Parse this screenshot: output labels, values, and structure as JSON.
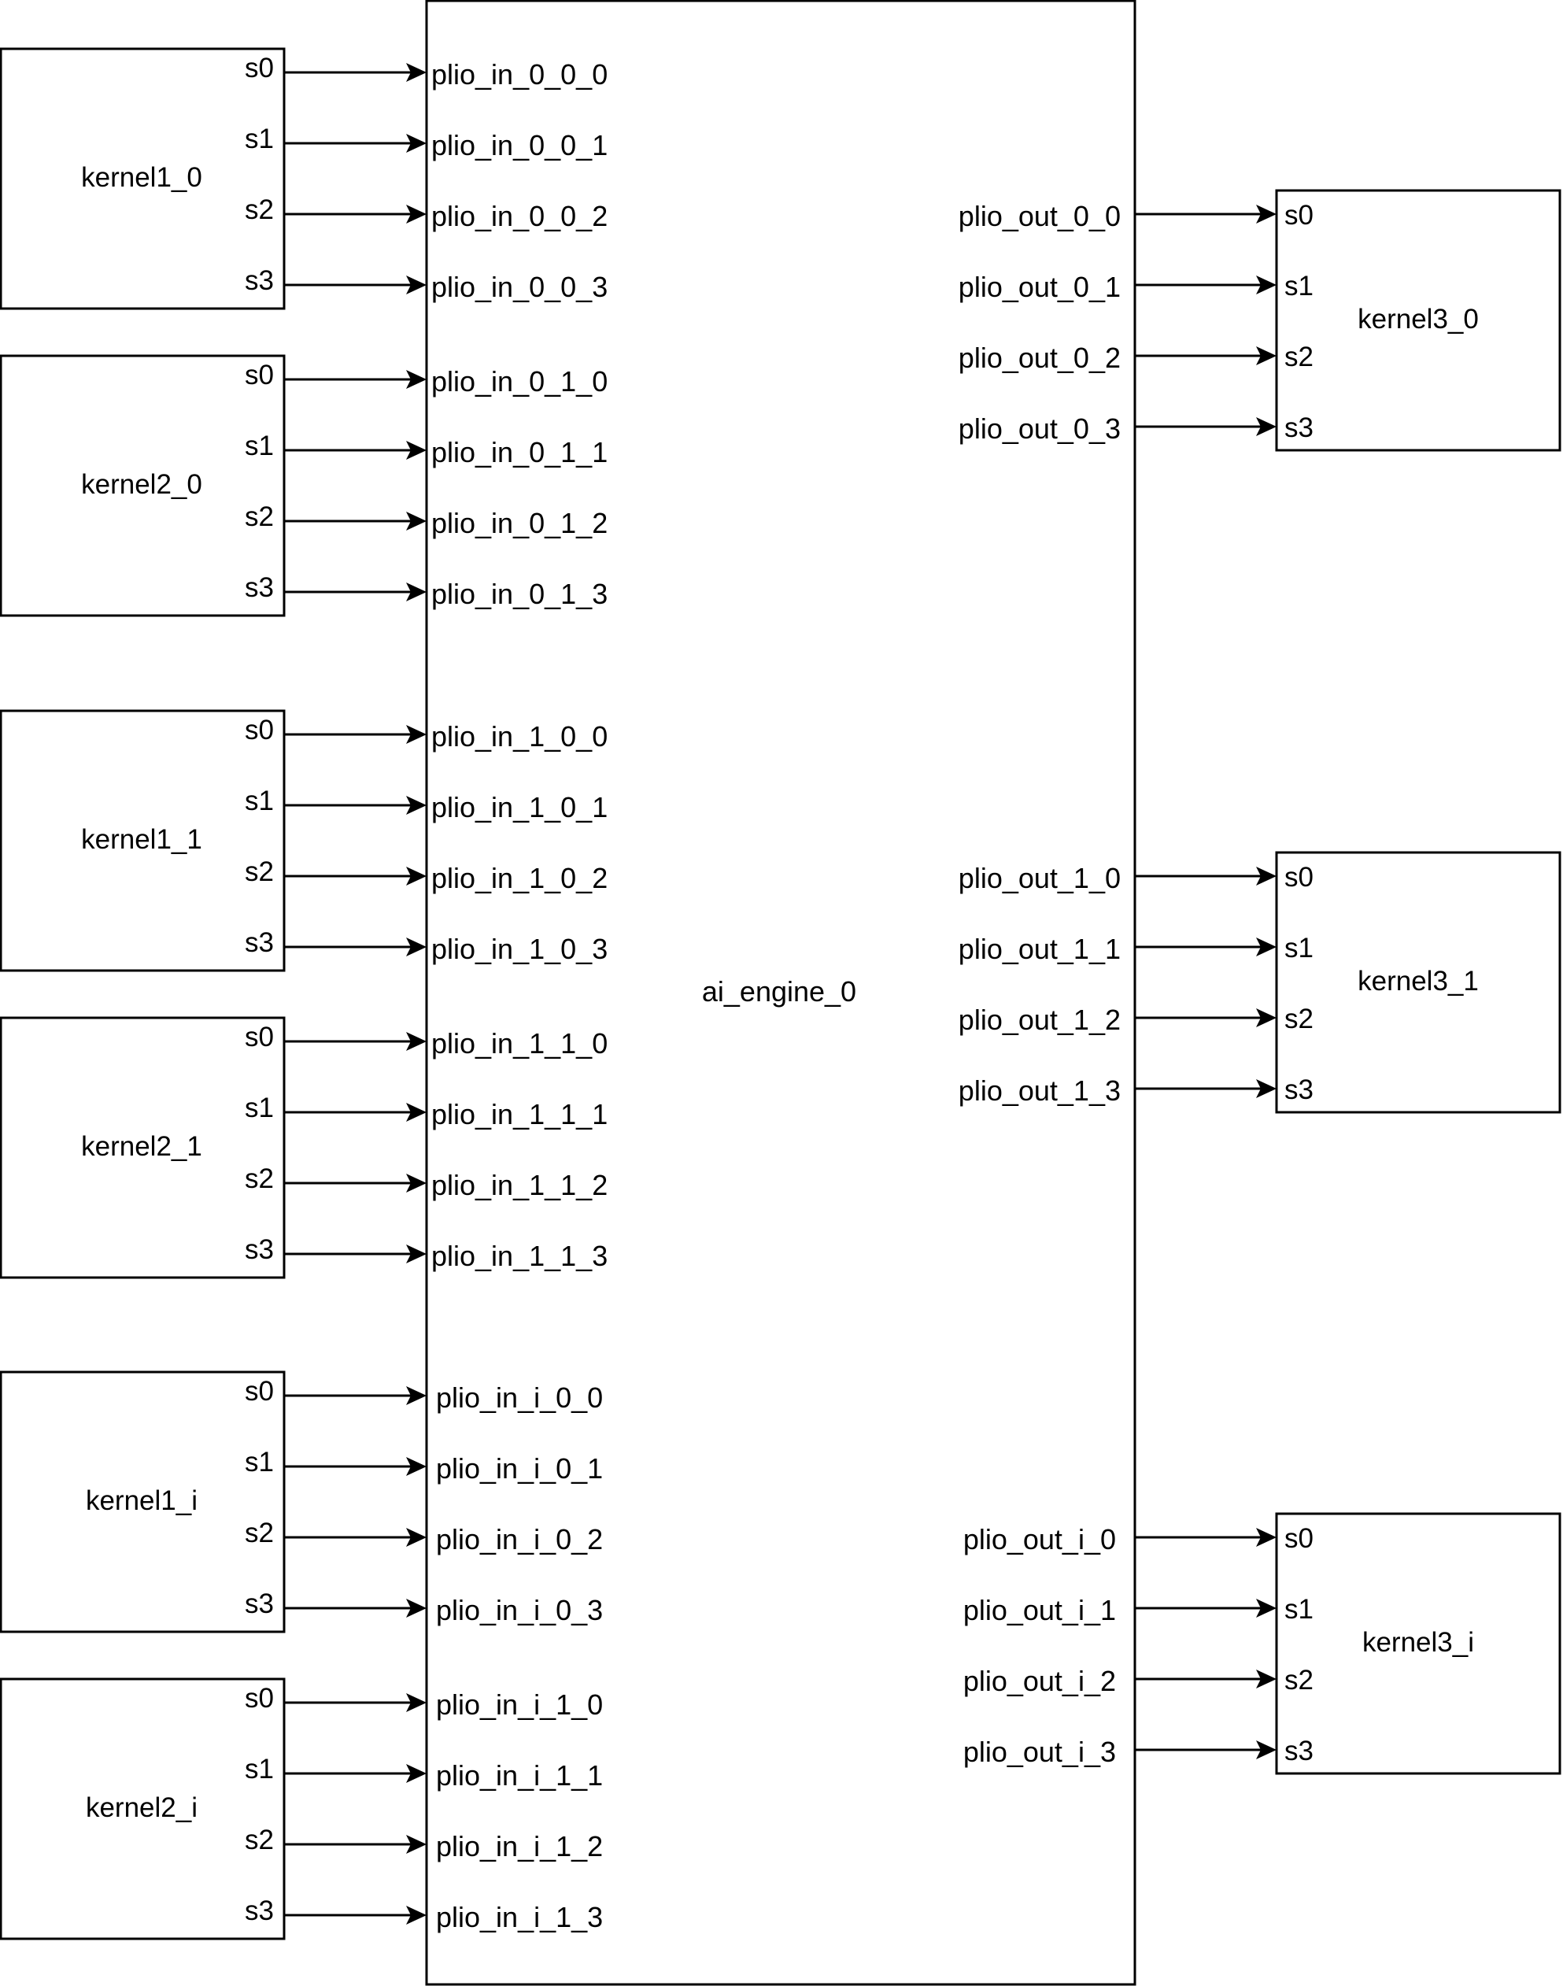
{
  "engine": {
    "label": "ai_engine_0"
  },
  "input_kernels": [
    {
      "name": "kernel1_0",
      "ports": [
        "s0",
        "s1",
        "s2",
        "s3"
      ],
      "plio": [
        "plio_in_0_0_0",
        "plio_in_0_0_1",
        "plio_in_0_0_2",
        "plio_in_0_0_3"
      ]
    },
    {
      "name": "kernel2_0",
      "ports": [
        "s0",
        "s1",
        "s2",
        "s3"
      ],
      "plio": [
        "plio_in_0_1_0",
        "plio_in_0_1_1",
        "plio_in_0_1_2",
        "plio_in_0_1_3"
      ]
    },
    {
      "name": "kernel1_1",
      "ports": [
        "s0",
        "s1",
        "s2",
        "s3"
      ],
      "plio": [
        "plio_in_1_0_0",
        "plio_in_1_0_1",
        "plio_in_1_0_2",
        "plio_in_1_0_3"
      ]
    },
    {
      "name": "kernel2_1",
      "ports": [
        "s0",
        "s1",
        "s2",
        "s3"
      ],
      "plio": [
        "plio_in_1_1_0",
        "plio_in_1_1_1",
        "plio_in_1_1_2",
        "plio_in_1_1_3"
      ]
    },
    {
      "name": "kernel1_i",
      "ports": [
        "s0",
        "s1",
        "s2",
        "s3"
      ],
      "plio": [
        "plio_in_i_0_0",
        "plio_in_i_0_1",
        "plio_in_i_0_2",
        "plio_in_i_0_3"
      ]
    },
    {
      "name": "kernel2_i",
      "ports": [
        "s0",
        "s1",
        "s2",
        "s3"
      ],
      "plio": [
        "plio_in_i_1_0",
        "plio_in_i_1_1",
        "plio_in_i_1_2",
        "plio_in_i_1_3"
      ]
    }
  ],
  "output_kernels": [
    {
      "name": "kernel3_0",
      "ports": [
        "s0",
        "s1",
        "s2",
        "s3"
      ],
      "plio": [
        "plio_out_0_0",
        "plio_out_0_1",
        "plio_out_0_2",
        "plio_out_0_3"
      ]
    },
    {
      "name": "kernel3_1",
      "ports": [
        "s0",
        "s1",
        "s2",
        "s3"
      ],
      "plio": [
        "plio_out_1_0",
        "plio_out_1_1",
        "plio_out_1_2",
        "plio_out_1_3"
      ]
    },
    {
      "name": "kernel3_i",
      "ports": [
        "s0",
        "s1",
        "s2",
        "s3"
      ],
      "plio": [
        "plio_out_i_0",
        "plio_out_i_1",
        "plio_out_i_2",
        "plio_out_i_3"
      ]
    }
  ]
}
